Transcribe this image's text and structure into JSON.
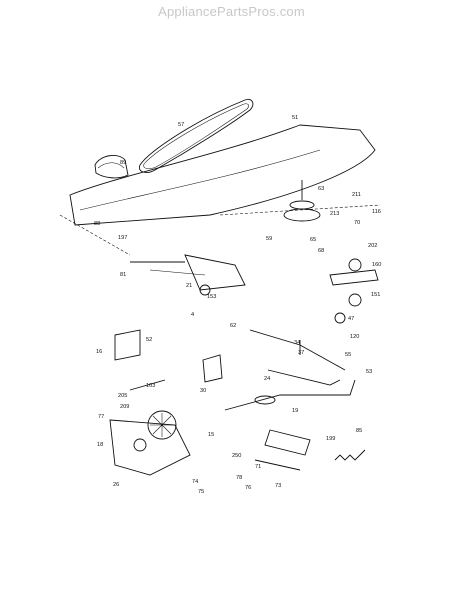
{
  "watermark": "AppliancePartsPros.com",
  "labels": [
    {
      "t": "57"
    },
    {
      "t": "51"
    },
    {
      "t": "89"
    },
    {
      "t": "63"
    },
    {
      "t": "211"
    },
    {
      "t": "213"
    },
    {
      "t": "70"
    },
    {
      "t": "116"
    },
    {
      "t": "88"
    },
    {
      "t": "65"
    },
    {
      "t": "197"
    },
    {
      "t": "59"
    },
    {
      "t": "68"
    },
    {
      "t": "202"
    },
    {
      "t": "160"
    },
    {
      "t": "81"
    },
    {
      "t": "21"
    },
    {
      "t": "4"
    },
    {
      "t": "62"
    },
    {
      "t": "34"
    },
    {
      "t": "37"
    },
    {
      "t": "52"
    },
    {
      "t": "53"
    },
    {
      "t": "24"
    },
    {
      "t": "16"
    },
    {
      "t": "30"
    },
    {
      "t": "103"
    },
    {
      "t": "205"
    },
    {
      "t": "209"
    },
    {
      "t": "77"
    },
    {
      "t": "18"
    },
    {
      "t": "26"
    },
    {
      "t": "15"
    },
    {
      "t": "19"
    },
    {
      "t": "85"
    },
    {
      "t": "199"
    },
    {
      "t": "250"
    },
    {
      "t": "71"
    },
    {
      "t": "73"
    },
    {
      "t": "74"
    },
    {
      "t": "75"
    },
    {
      "t": "76"
    },
    {
      "t": "78"
    },
    {
      "t": "55"
    },
    {
      "t": "120"
    },
    {
      "t": "151"
    },
    {
      "t": "47"
    },
    {
      "t": "153"
    }
  ]
}
